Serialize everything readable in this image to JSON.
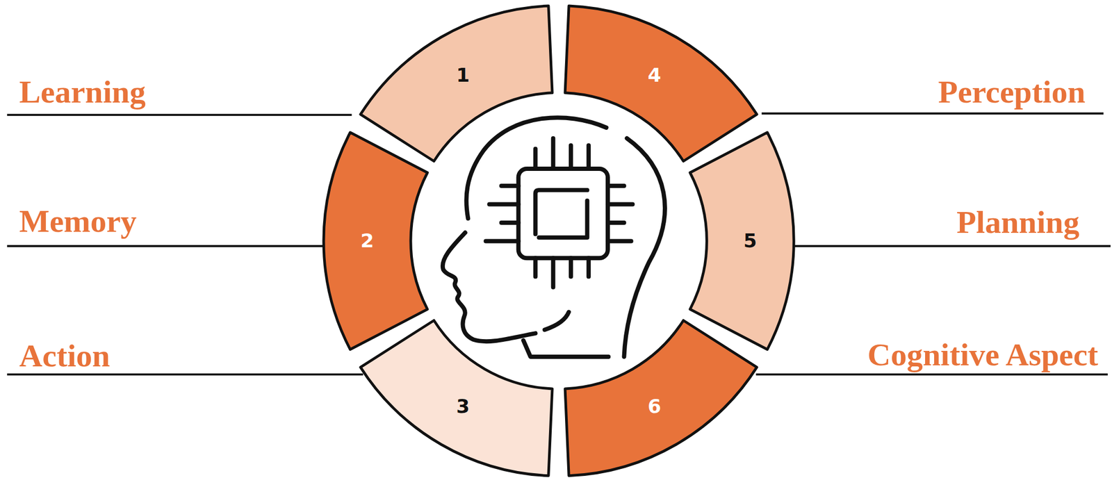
{
  "diagram": {
    "nodes": [
      {
        "text": [
          "1"
        ]
      },
      {
        "text": [
          "2"
        ]
      },
      {
        "text": [
          "3"
        ]
      },
      {
        "text": [
          "4"
        ]
      },
      {
        "text": [
          "5"
        ]
      },
      {
        "text": [
          "6"
        ]
      }
    ],
    "labels": [
      "Learning",
      "Memory",
      "Action",
      "Perception",
      "Planning",
      "Cognitive Aspect"
    ]
  }
}
